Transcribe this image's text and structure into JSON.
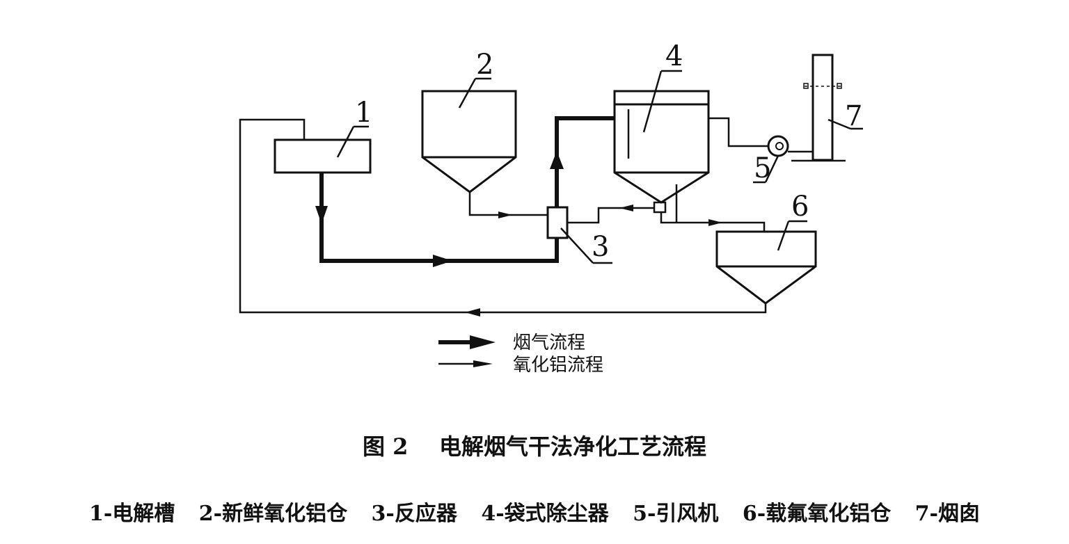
{
  "labels": {
    "n1": "1",
    "n2": "2",
    "n3": "3",
    "n4": "4",
    "n5": "5",
    "n6": "6",
    "n7": "7"
  },
  "legend": {
    "flue_gas": "烟气流程",
    "alumina": "氧化铝流程"
  },
  "caption": {
    "figure_number": "图 2",
    "title": "电解烟气干法净化工艺流程"
  },
  "key": [
    "1-电解槽",
    "2-新鲜氧化铝仓",
    "3-反应器",
    "4-袋式除尘器",
    "5-引风机",
    "6-载氟氧化铝仓",
    "7-烟囱"
  ]
}
